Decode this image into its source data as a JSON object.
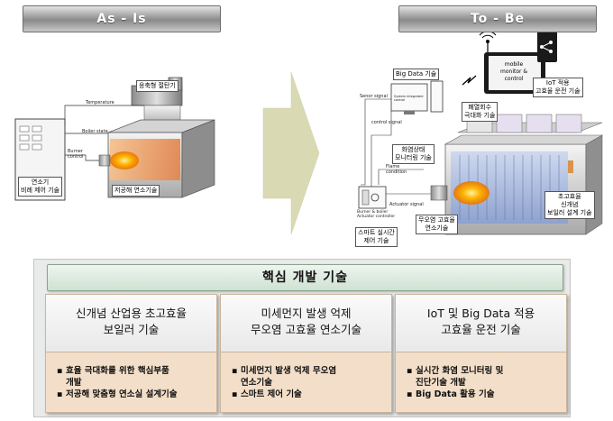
{
  "as_is": {
    "header": "As - Is",
    "labels": {
      "condensing_economizer": "응축형 절탄기",
      "temperature": "Temperature",
      "boiler_state": "Boiler state",
      "burner_control": "Burner\ncontrol",
      "proportional_control": "연소기\n비례 제어 기술",
      "low_pollution_combustion": "저공해 연소기술"
    }
  },
  "to_be": {
    "header": "To - Be",
    "labels": {
      "mobile": "mobile\nmonitor &\ncontrol",
      "iot": "IoT 적용\n고효율 운전 기술",
      "big_data": "Big Data 기술",
      "sensor_signal": "Senor signal",
      "system_controller": "System integrated\ncontrol",
      "control_signal": "control signal",
      "waste_heat": "폐열회수\n극대화 기술",
      "flame_monitoring": "화염상태\n모니터링 기술",
      "flame_condition": "Flame\ncondition",
      "actuator_signal": "Actuator signal",
      "actuator_controller": "Burner & boiler\nActuator controller",
      "smart_control": "스마트 실시간\n제어 기술",
      "no_mist_combustion": "무오염 고효율\n연소기술",
      "ultra_boiler": "초고효율\n신개념\n보일러 설계 기술"
    }
  },
  "core": {
    "title": "핵심 개발 기술",
    "columns": [
      {
        "title": "신개념 산업용 초고효율\n보일러 기술",
        "bullets": [
          "효율 극대화를 위한 핵심부품\n개발",
          "저공해 맞춤형 연소실 설계기술"
        ]
      },
      {
        "title": "미세먼지 발생 억제\n무오염 고효율 연소기술",
        "bullets": [
          "미세먼지 발생 억제 무오염\n연소기술",
          "스마트 제어 기술"
        ]
      },
      {
        "title": "IoT 및 Big Data 적용\n고효율 운전 기술",
        "bullets": [
          "실시간 화염 모니터링 및\n진단기술 개발",
          "Big Data 활용 기술"
        ]
      }
    ],
    "bullet_symbol": "▪"
  },
  "colors": {
    "column_bg": "#f3dfc9",
    "title_bar": "#cfe1d1",
    "arrow": "#d9d9b4",
    "flame": "#ff7a00"
  }
}
